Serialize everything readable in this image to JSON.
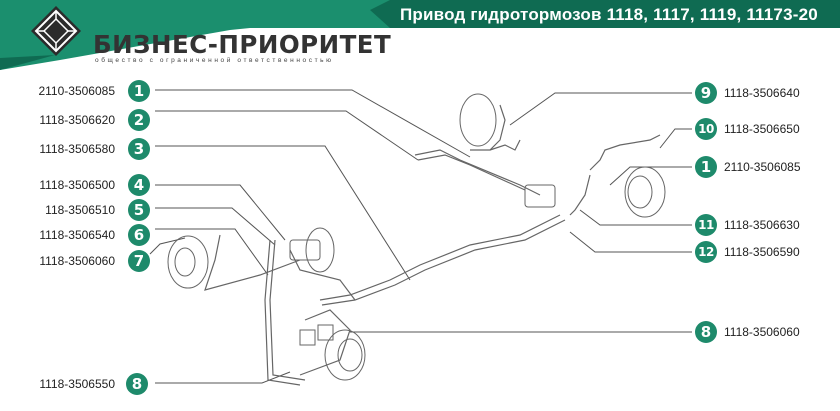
{
  "header": {
    "title": "Привод гидротормозов 1118, 1117, 1119, 11173-20",
    "brand_name": "БИЗНЕС-ПРИОРИТЕТ",
    "brand_tagline": "общество с ограниченной ответственностью",
    "logo_icon": "diamond-logo-icon",
    "colors": {
      "band": "#1b8f6e",
      "band_dark": "#0f6b52",
      "badge": "#1e8a6b",
      "brand_text": "#333333"
    }
  },
  "callouts_left": [
    {
      "number": "1",
      "part": "2110-3506085"
    },
    {
      "number": "2",
      "part": "1118-3506620"
    },
    {
      "number": "3",
      "part": "1118-3506580"
    },
    {
      "number": "4",
      "part": "1118-3506500"
    },
    {
      "number": "5",
      "part": "118-3506510"
    },
    {
      "number": "6",
      "part": "1118-3506540"
    },
    {
      "number": "7",
      "part": "1118-3506060"
    },
    {
      "number": "8",
      "part": "1118-3506550"
    }
  ],
  "callouts_right": [
    {
      "number": "9",
      "part": "1118-3506640"
    },
    {
      "number": "10",
      "part": "1118-3506650"
    },
    {
      "number": "1",
      "part": "2110-3506085"
    },
    {
      "number": "11",
      "part": "1118-3506630"
    },
    {
      "number": "12",
      "part": "1118-3506590"
    },
    {
      "number": "8",
      "part": "1118-3506060"
    }
  ]
}
